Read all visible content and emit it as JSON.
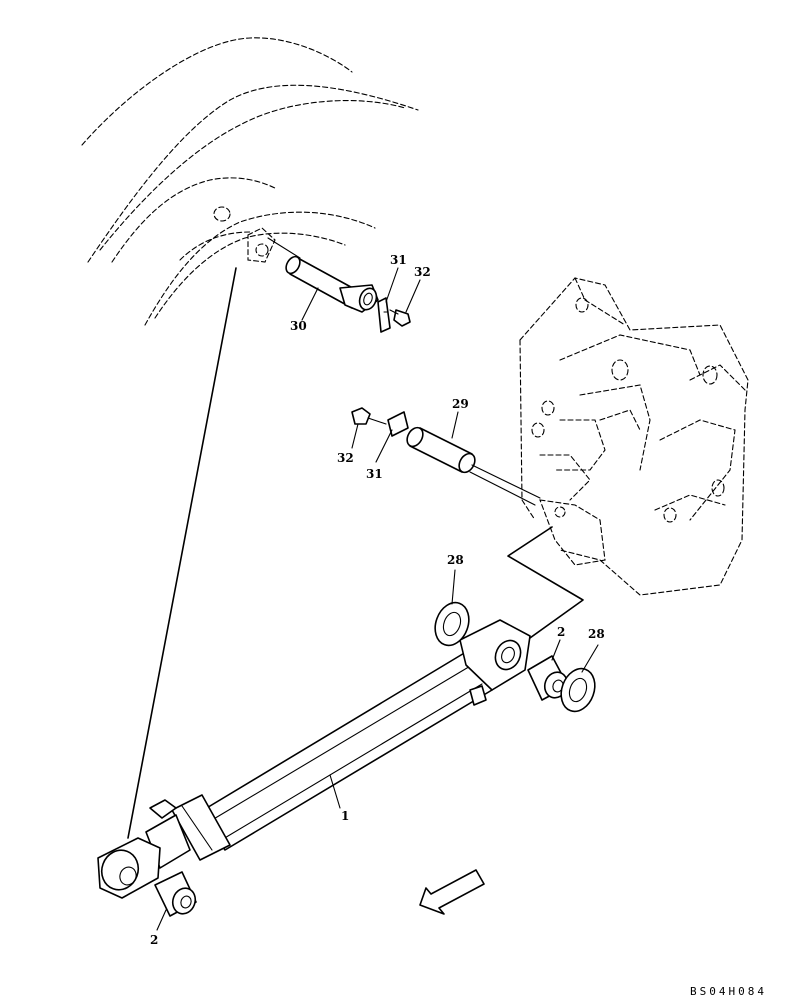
{
  "callouts": {
    "c1": "1",
    "c2_bottom": "2",
    "c2_right": "2",
    "c28_top": "28",
    "c28_right": "28",
    "c29": "29",
    "c30": "30",
    "c31_top": "31",
    "c31_mid": "31",
    "c32_top": "32",
    "c32_mid": "32"
  },
  "drawing_number": "BS04H084"
}
